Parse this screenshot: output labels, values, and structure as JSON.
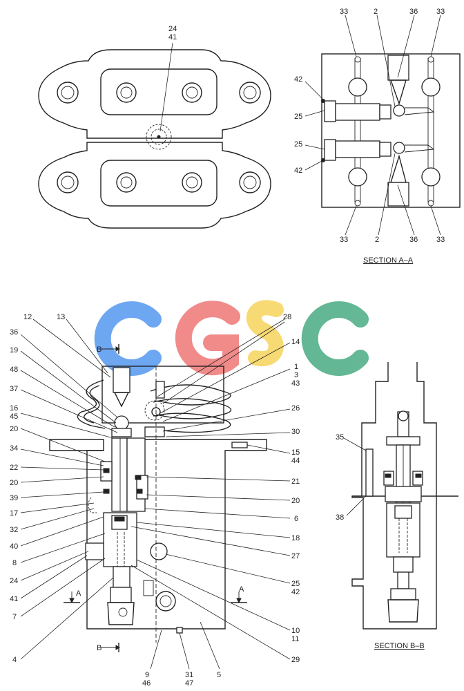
{
  "watermark": {
    "letters": [
      "C",
      "G",
      "S",
      "C"
    ],
    "colors": [
      "#5b9cf0",
      "#ef7c7a",
      "#f7d561",
      "#4fae86"
    ]
  },
  "top_view": {
    "label_lines": [
      "24",
      "41"
    ]
  },
  "section_aa": {
    "title": "SECTION  A–A",
    "labels": {
      "t33l": "33",
      "t2": "2",
      "t36": "36",
      "t33r": "33",
      "l42a": "42",
      "l25a": "25",
      "l25b": "25",
      "l42b": "42",
      "b33l": "33",
      "b2": "2",
      "b36": "36",
      "b33r": "33"
    }
  },
  "section_bb": {
    "title": "SECTION  B–B",
    "labels": {
      "c35": "35",
      "c38": "38"
    }
  },
  "main_view": {
    "section_marks": {
      "b_top": "B",
      "b_bottom": "B",
      "a_left": "A",
      "a_right": "A"
    },
    "left_labels": {
      "c12": "12",
      "c13": "13",
      "c36": "36",
      "c19": "19",
      "c48": "48",
      "c37": "37",
      "c16": "16",
      "c45": "45",
      "c20a": "20",
      "c34": "34",
      "c22": "22",
      "c20b": "20",
      "c39": "39",
      "c17": "17",
      "c32": "32",
      "c40": "40",
      "c8": "8",
      "c24": "24",
      "c41": "41",
      "c7": "7",
      "c4": "4"
    },
    "right_labels": {
      "c28": "28",
      "c14": "14",
      "c1": "1",
      "c3": "3",
      "c43": "43",
      "c26": "26",
      "c30": "30",
      "c15": "15",
      "c44": "44",
      "c21": "21",
      "c20c": "20",
      "c6": "6",
      "c18": "18",
      "c27": "27",
      "c25": "25",
      "c42": "42",
      "c10": "10",
      "c11": "11",
      "c29": "29"
    },
    "bottom_labels": {
      "c9": "9",
      "c46": "46",
      "c31": "31",
      "c47": "47",
      "c5": "5"
    }
  }
}
